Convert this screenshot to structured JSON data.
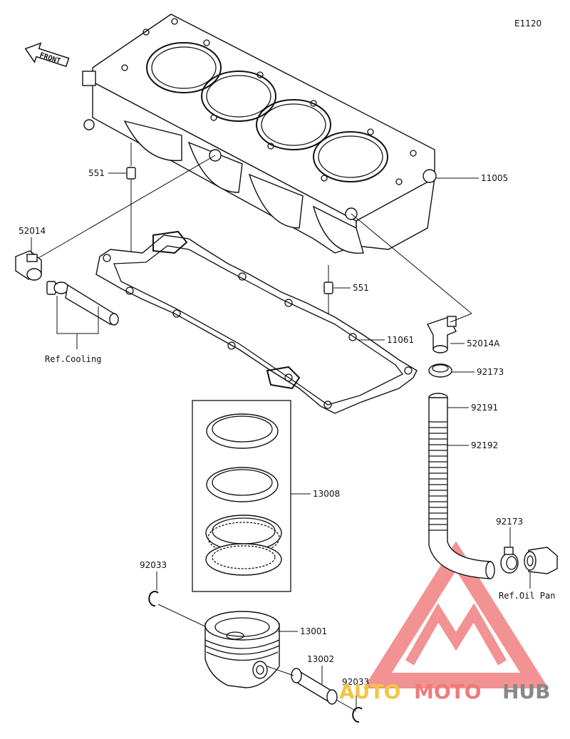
{
  "diagram": {
    "code": "E1120",
    "front_label": "FRONT",
    "labels": {
      "p11005": "11005",
      "p551_top": "551",
      "p551_mid": "551",
      "p52014": "52014",
      "p11061": "11061",
      "p52014A": "52014A",
      "p92173_a": "92173",
      "p92191": "92191",
      "p92192": "92192",
      "p13008": "13008",
      "p92173_b": "92173",
      "p92033_top": "92033",
      "p13001": "13001",
      "p13002": "13002",
      "p92033_bot": "92033"
    },
    "refs": {
      "cooling": "Ref.Cooling",
      "oil_pan": "Ref.Oil Pan"
    }
  },
  "watermark": {
    "brand_a": "AUTO",
    "brand_b": "MOTO",
    "brand_c": "HUB",
    "colors": {
      "triangle": "#f08080",
      "auto": "#f4c542",
      "moto": "#f07a7a",
      "hub": "#888888"
    }
  }
}
